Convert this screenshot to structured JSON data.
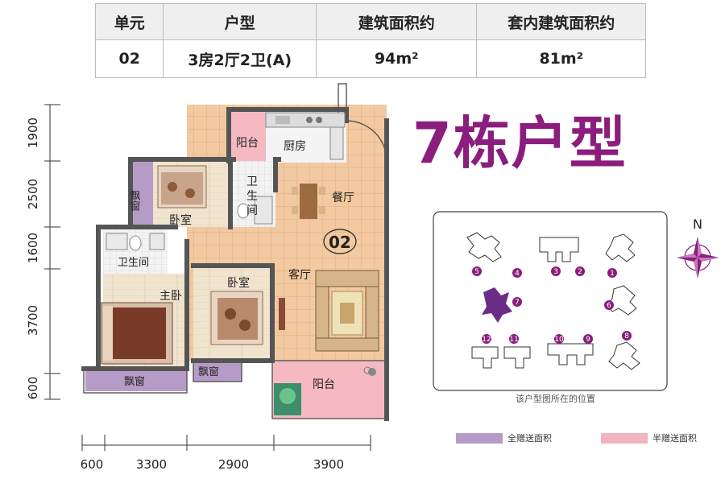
{
  "table": {
    "headers": [
      "单元",
      "户型",
      "建筑面积约",
      "套内建筑面积约"
    ],
    "row": [
      "02",
      "3房2厅2卫(A)",
      "94m²",
      "81m²"
    ]
  },
  "title": "7栋户型",
  "rooms": {
    "balcony_top": "阳台",
    "kitchen": "厨房",
    "bay_window_top": "飘窗",
    "bedroom_top": "卧室",
    "bath_top_1": "卫",
    "bath_top_2": "生",
    "bath_top_3": "间",
    "dining": "餐厅",
    "unit": "02",
    "bath_left": "卫生间",
    "master": "主卧",
    "bedroom_mid": "卧室",
    "living": "客厅",
    "bay_window_bottom_left": "飘窗",
    "bay_window_bottom_mid": "飘窗",
    "balcony_bottom": "阳台"
  },
  "dimensions": {
    "left": [
      "1900",
      "2500",
      "1600",
      "3700",
      "600"
    ],
    "bottom": [
      "600",
      "3300",
      "2900",
      "3900"
    ]
  },
  "site_plan": {
    "caption": "该户型图所在的位置",
    "compass": "N",
    "building_numbers": [
      "5",
      "4",
      "3",
      "2",
      "1",
      "7",
      "6",
      "12",
      "11",
      "10",
      "9",
      "8"
    ],
    "highlight_color": "#6b2c86"
  },
  "legend": {
    "full": "全赠送面积",
    "half": "半赠送面积",
    "full_color": "#b79bc7",
    "half_color": "#f1b3c0"
  },
  "colors": {
    "title": "#8b1d7d",
    "floor_tile": "#f2c9a0",
    "wood": "#efe2cc",
    "accent": "#8b1d7d"
  }
}
